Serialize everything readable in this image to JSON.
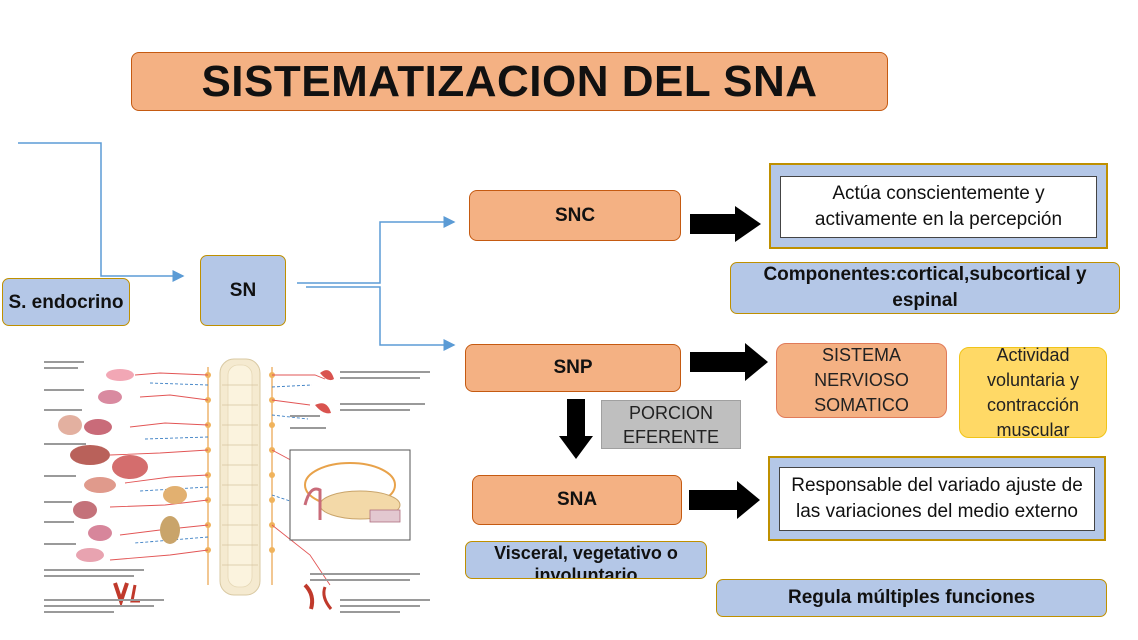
{
  "title": "SISTEMATIZACION DEL SNA",
  "nodes": {
    "s_endocrino": "S. endocrino",
    "sn": "SN",
    "snc": "SNC",
    "snp": "SNP",
    "sna": "SNA"
  },
  "snc_description": "Actúa conscientemente y activamente en la percepción",
  "componentes": "Componentes:cortical,subcortical y espinal",
  "sistema_somatico": "SISTEMA NERVIOSO SOMATICO",
  "actividad": "Actividad voluntaria y contracción muscular",
  "porcion_eferente": "PORCION EFERENTE",
  "sna_description": "Responsable del variado ajuste de las variaciones del medio externo",
  "visceral": "Visceral, vegetativo o involuntario",
  "regula": "Regula múltiples funciones",
  "colors": {
    "orange_fill": "#f4b183",
    "blue_fill": "#b4c7e7",
    "yellow_fill": "#ffd966",
    "gray_fill": "#bfbfbf",
    "connector": "#5b9bd5",
    "arrow": "#000000"
  }
}
